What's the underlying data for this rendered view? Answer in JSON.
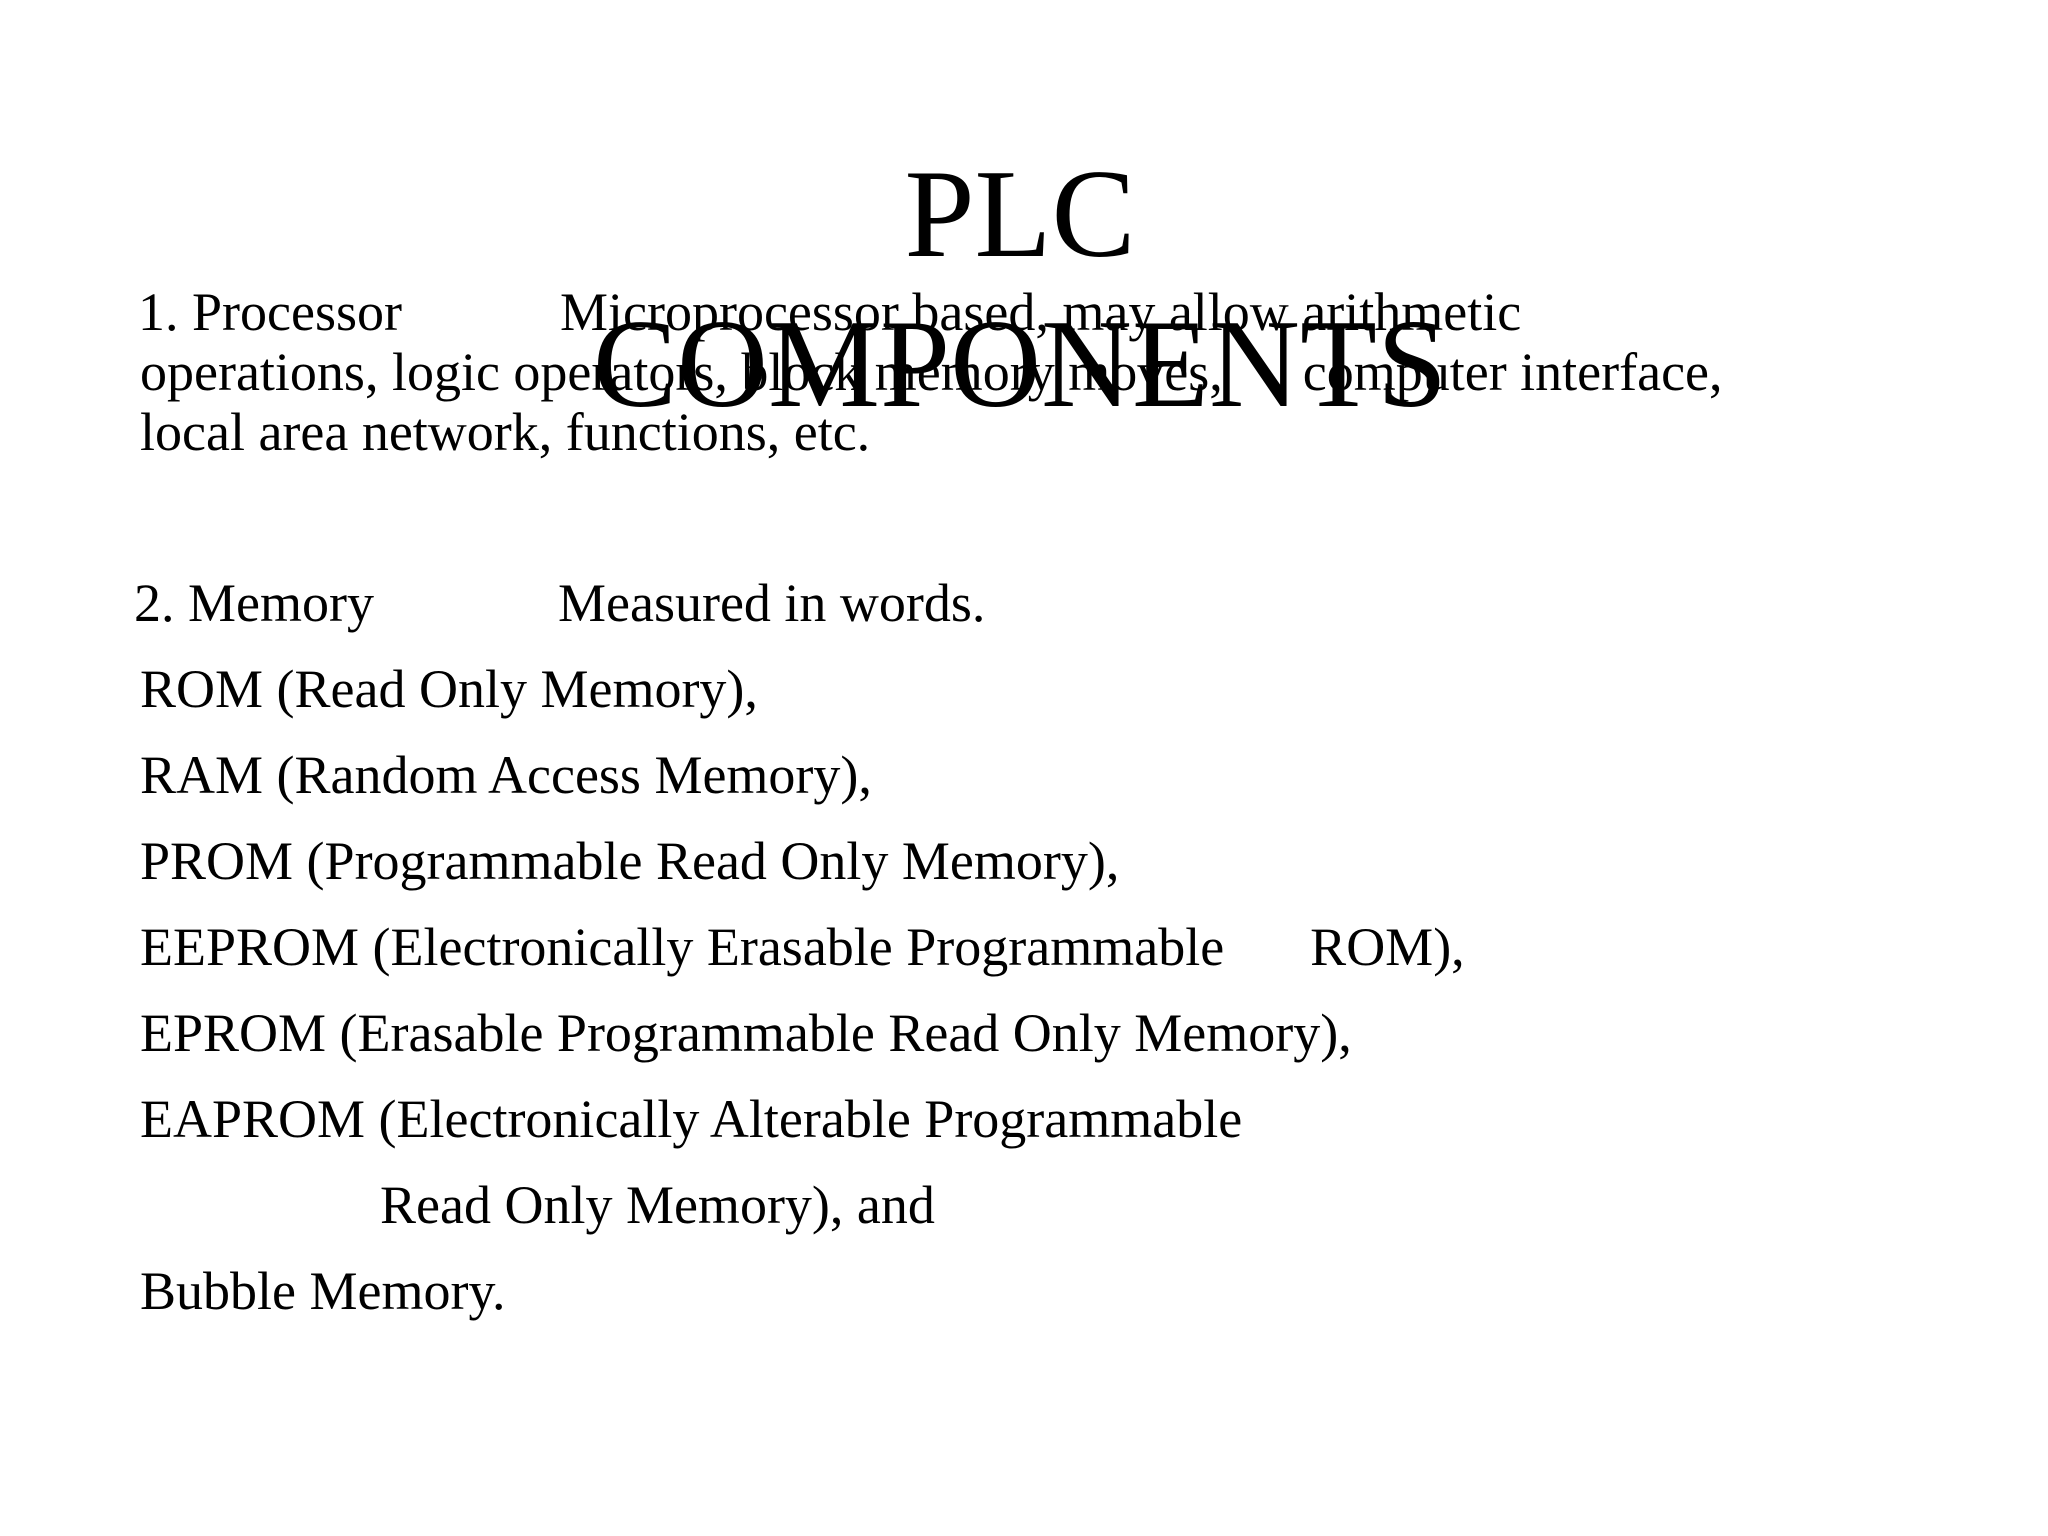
{
  "slide": {
    "title_line1": "PLC",
    "title_line2": "COMPONENTS",
    "processor": {
      "label": "1. Processor",
      "line1": "Microprocessor based, may allow arithmetic",
      "line2a": "operations, logic operators, block memory moves,",
      "line2b": "computer interface,",
      "line3": "local area network, functions, etc."
    },
    "memory": {
      "label": "2. Memory",
      "intro": "Measured in words.",
      "rom": "ROM (Read Only Memory),",
      "ram": "RAM (Random Access Memory),",
      "prom": "PROM (Programmable Read Only Memory),",
      "eeprom_a": "EEPROM (Electronically Erasable Programmable",
      "eeprom_b": "ROM),",
      "eprom": "EPROM (Erasable Programmable Read Only Memory),",
      "eaprom_a": "EAPROM (Electronically Alterable Programmable",
      "eaprom_b": "Read Only Memory), and",
      "bubble": "Bubble Memory."
    }
  }
}
